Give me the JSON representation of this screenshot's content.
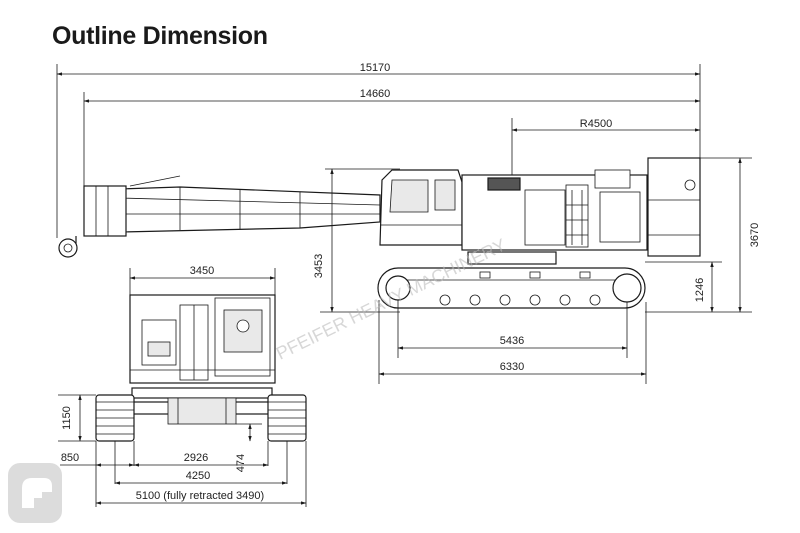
{
  "title": "Outline Dimension",
  "dimensions": {
    "overall_length": "15170",
    "body_length": "14660",
    "tail_radius": "R4500",
    "overall_height": "3670",
    "cab_height": "3453",
    "track_height": "1246",
    "tumbler_distance": "5436",
    "track_length": "6330",
    "front_height": "3450",
    "track_shoe_height": "1150",
    "shoe_width": "850",
    "inner_gauge": "2926",
    "ground_clearance": "474",
    "gauge": "4250",
    "overall_width": "5100 (fully retracted 3490)"
  },
  "watermark": "PFEIFER HEAVY MACHINERY",
  "colors": {
    "line": "#1a1a1a",
    "text": "#222222",
    "watermark": "#b8b8b8"
  }
}
